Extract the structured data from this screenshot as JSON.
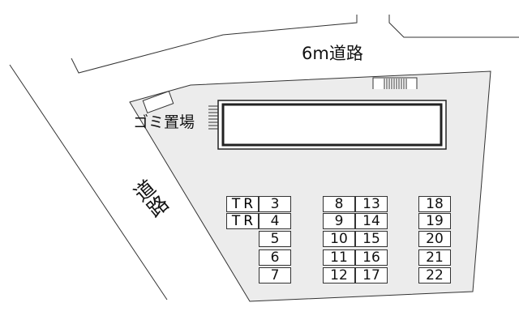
{
  "labels": {
    "top_road": "6m道路",
    "left_road": "道路",
    "garbage": "ゴミ置場"
  },
  "lots": {
    "tr1": "TR",
    "tr2": "TR",
    "c1": [
      "3",
      "4",
      "5",
      "6",
      "7"
    ],
    "c2": [
      "8",
      "9",
      "10",
      "11",
      "12"
    ],
    "c3": [
      "13",
      "14",
      "15",
      "16",
      "17"
    ],
    "c4": [
      "18",
      "19",
      "20",
      "21",
      "22"
    ]
  },
  "colors": {
    "lot_fill": "#ececec",
    "line": "#333333"
  }
}
